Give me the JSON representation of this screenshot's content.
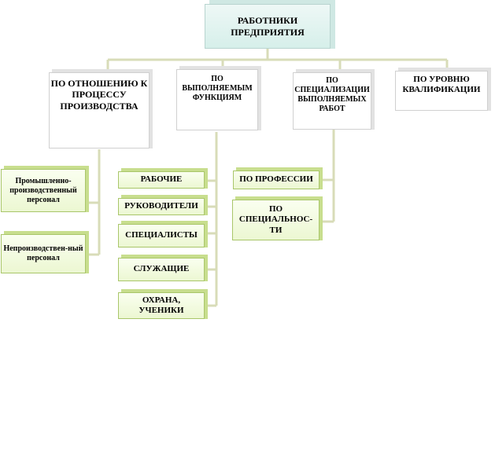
{
  "root": {
    "label": "РАБОТНИКИ ПРЕДПРИЯТИЯ"
  },
  "categories": [
    {
      "label": "ПО ОТНОШЕНИЮ К ПРОЦЕССУ ПРОИЗВОДСТВА"
    },
    {
      "label": "ПО ВЫПОЛНЯЕМЫМ ФУНКЦИЯМ"
    },
    {
      "label": "ПО СПЕЦИАЛИЗАЦИИ ВЫПОЛНЯЕМЫХ РАБОТ"
    },
    {
      "label": "ПО УРОВНЮ КВАЛИФИКАЦИИ"
    }
  ],
  "production": [
    {
      "label": "Промышленно-производственный персонал"
    },
    {
      "label": "Непроизводствен-ный персонал"
    }
  ],
  "functions": [
    {
      "label": "РАБОЧИЕ"
    },
    {
      "label": "РУКОВОДИТЕЛИ"
    },
    {
      "label": "СПЕЦИАЛИСТЫ"
    },
    {
      "label": "СЛУЖАЩИЕ"
    },
    {
      "label": "ОХРАНА, УЧЕНИКИ"
    }
  ],
  "specialization": [
    {
      "label": "ПО ПРОФЕССИИ"
    },
    {
      "label": "ПО СПЕЦИАЛЬНОС-ТИ"
    }
  ]
}
